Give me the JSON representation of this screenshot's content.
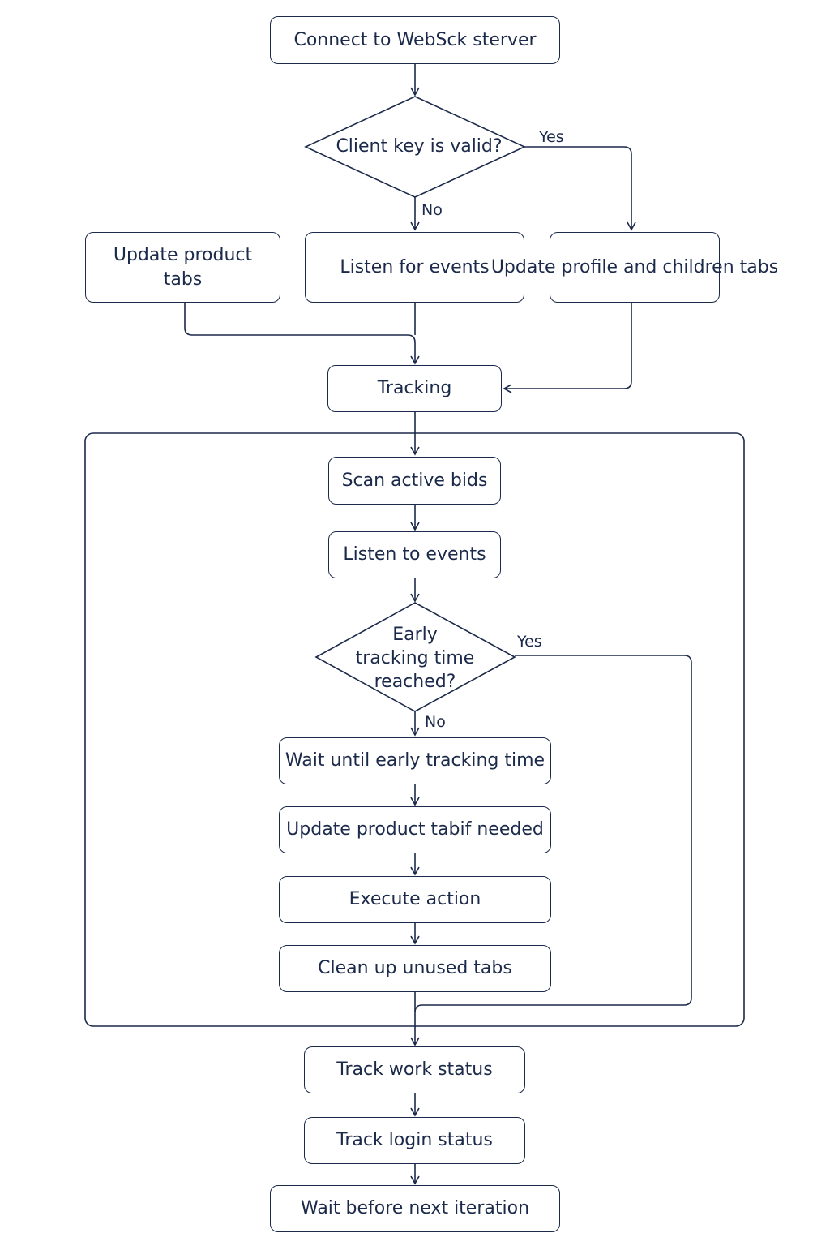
{
  "nodes": {
    "connect": "Connect to WebSck sterver",
    "client_key_question": "Client key is valid?",
    "update_product_tabs": "Update product\ntabs",
    "listen_for_events": "Listen for events",
    "update_profile_children": "Update profile\nand children tabs",
    "tracking": "Tracking",
    "scan_active_bids": "Scan active bids",
    "listen_to_events": "Listen to events",
    "early_tracking_question": "Early\ntracking time\nreached?",
    "wait_until_early": "Wait until early tracking time",
    "update_product_tab_if_needed": "Update product tabif needed",
    "execute_action": "Execute action",
    "clean_up_tabs": "Clean up unused tabs",
    "track_work_status": "Track work status",
    "track_login_status": "Track login status",
    "wait_next_iteration": "Wait before next iteration"
  },
  "labels": {
    "client_key_yes": "Yes",
    "client_key_no": "No",
    "early_yes": "Yes",
    "early_no": "No"
  },
  "colors": {
    "stroke": "#1b2a4a",
    "background": "#ffffff"
  }
}
